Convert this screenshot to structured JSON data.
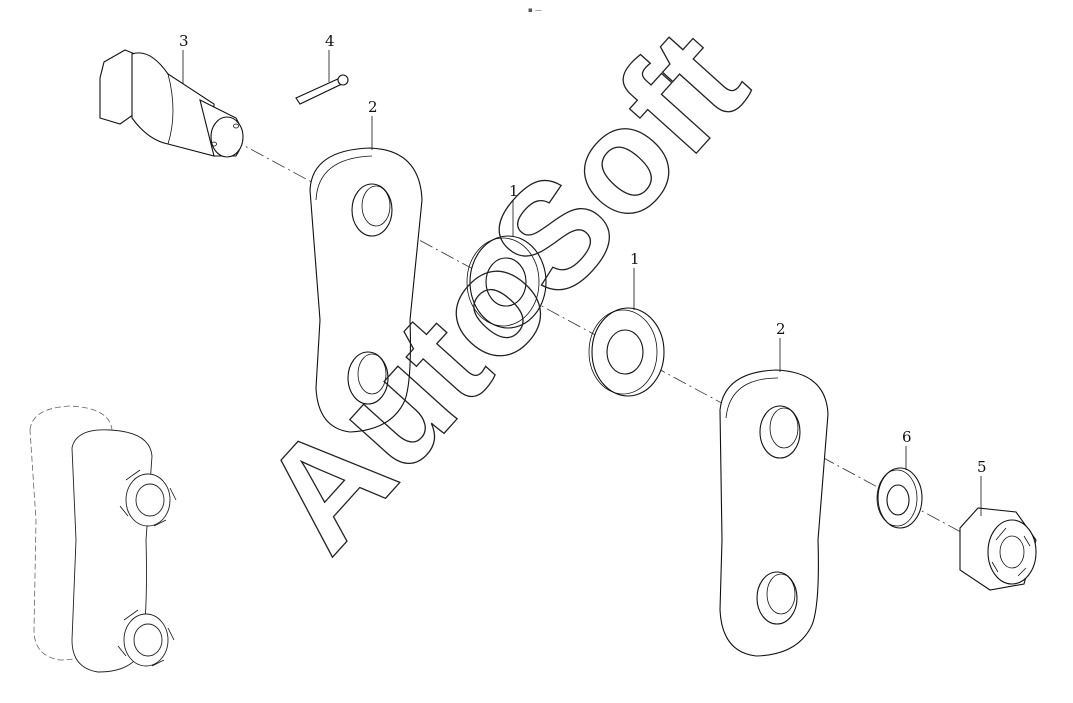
{
  "header": {
    "mark": "▪ —"
  },
  "watermark": {
    "text": "AutoSoft"
  },
  "callouts": [
    {
      "id": "washer-a",
      "label": "1"
    },
    {
      "id": "washer-b",
      "label": "1"
    },
    {
      "id": "plate-left",
      "label": "2"
    },
    {
      "id": "plate-right",
      "label": "2"
    },
    {
      "id": "pin",
      "label": "3"
    },
    {
      "id": "cotter-pin",
      "label": "4"
    },
    {
      "id": "castle-nut",
      "label": "5"
    },
    {
      "id": "small-washer",
      "label": "6"
    }
  ]
}
